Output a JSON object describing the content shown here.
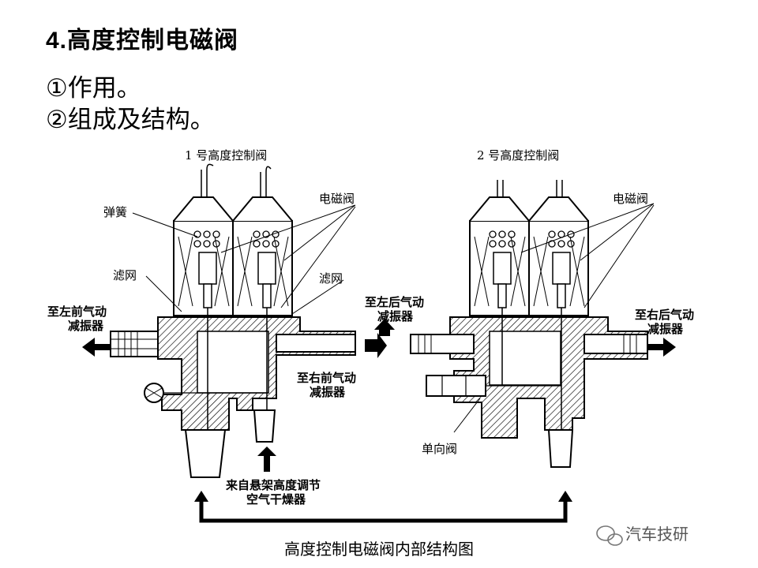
{
  "heading": {
    "number": "4.",
    "text": "高度控制电磁阀"
  },
  "bullets": [
    "①作用。",
    "②组成及结构。"
  ],
  "diagram": {
    "valve1_title": "1 号高度控制阀",
    "valve2_title": "2 号高度控制阀",
    "labels": {
      "spring": "弹簧",
      "solenoid1": "电磁阀",
      "filter_left": "滤网",
      "filter_right": "滤网",
      "to_left_front_1": "至左前气动",
      "to_left_front_2": "减振器",
      "to_right_front_1": "至右前气动",
      "to_right_front_2": "减振器",
      "to_left_rear_1": "至左后气动",
      "to_left_rear_2": "减振器",
      "to_right_rear_1": "至右后气动",
      "to_right_rear_2": "减振器",
      "solenoid2": "电磁阀",
      "check_valve": "单向阀",
      "from_dryer_1": "来自悬架高度调节",
      "from_dryer_2": "空气干燥器"
    },
    "caption": "高度控制电磁阀内部结构图"
  },
  "watermark": "汽车技研"
}
